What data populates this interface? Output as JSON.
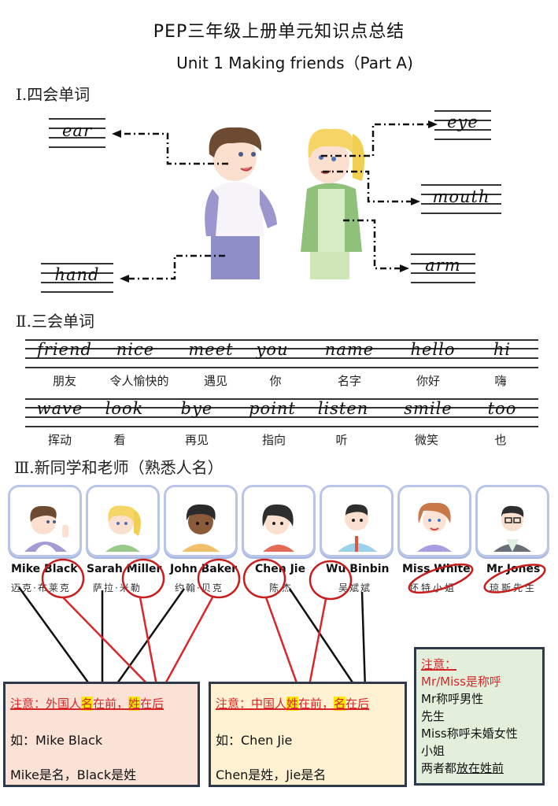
{
  "header": {
    "title": "PEP三年级上册单元知识点总结",
    "subtitle": "Unit 1 Making friends（Part A)"
  },
  "section1": {
    "heading": "Ⅰ.四会单词",
    "words": [
      "ear",
      "eye",
      "mouth",
      "hand",
      "arm"
    ]
  },
  "section2": {
    "heading": "Ⅱ.三会单词",
    "row1": [
      {
        "en": "friend",
        "cn": "朋友"
      },
      {
        "en": "nice",
        "cn": "令人愉快的"
      },
      {
        "en": "meet",
        "cn": "遇见"
      },
      {
        "en": "you",
        "cn": "你"
      },
      {
        "en": "name",
        "cn": "名字"
      },
      {
        "en": "hello",
        "cn": "你好"
      },
      {
        "en": "hi",
        "cn": "嗨"
      }
    ],
    "row2": [
      {
        "en": "wave",
        "cn": "挥动"
      },
      {
        "en": "look",
        "cn": "看"
      },
      {
        "en": "bye",
        "cn": "再见"
      },
      {
        "en": "point",
        "cn": "指向"
      },
      {
        "en": "listen",
        "cn": "听"
      },
      {
        "en": "smile",
        "cn": "微笑"
      },
      {
        "en": "too",
        "cn": "也"
      }
    ]
  },
  "section3": {
    "heading": "Ⅲ.新同学和老师（熟悉人名）",
    "people": [
      {
        "en": "Mike Black",
        "cn": "迈克·布莱克"
      },
      {
        "en": "Sarah Miller",
        "cn": "萨拉·米勒"
      },
      {
        "en": "John Baker",
        "cn": "约翰·贝克"
      },
      {
        "en": "Chen Jie",
        "cn": "陈杰"
      },
      {
        "en": "Wu Binbin",
        "cn": "吴斌斌"
      },
      {
        "en": "Miss White",
        "cn": "怀特小姐"
      },
      {
        "en": "Mr Jones",
        "cn": "琼斯先生"
      }
    ]
  },
  "notes": {
    "foreign": {
      "title_parts": [
        "注意：外国人",
        "名",
        "在前，",
        "姓",
        "在后"
      ],
      "example": "如：Mike Black",
      "explain": "Mike是名，Black是姓"
    },
    "chinese": {
      "title_parts": [
        "注意：中国人",
        "姓",
        "在前，",
        "名",
        "在后"
      ],
      "example": "如：Chen Jie",
      "explain": "Chen是姓，Jie是名"
    },
    "titles": {
      "title": "注意：",
      "line1": "Mr/Miss是称呼",
      "line2": "Mr称呼男性",
      "line3": "先生",
      "line4": "Miss称呼未婚女性",
      "line5": "小姐",
      "line6_plain": "两者都",
      "line6_underlined": "放在姓前"
    }
  },
  "colors": {
    "note_red": "#d8262a",
    "highlight": "#ffe800",
    "box1_bg": "#fbe2d6",
    "box2_bg": "#fef2d2",
    "box3_bg": "#e3efda",
    "card_border": "#b9c6ea"
  }
}
